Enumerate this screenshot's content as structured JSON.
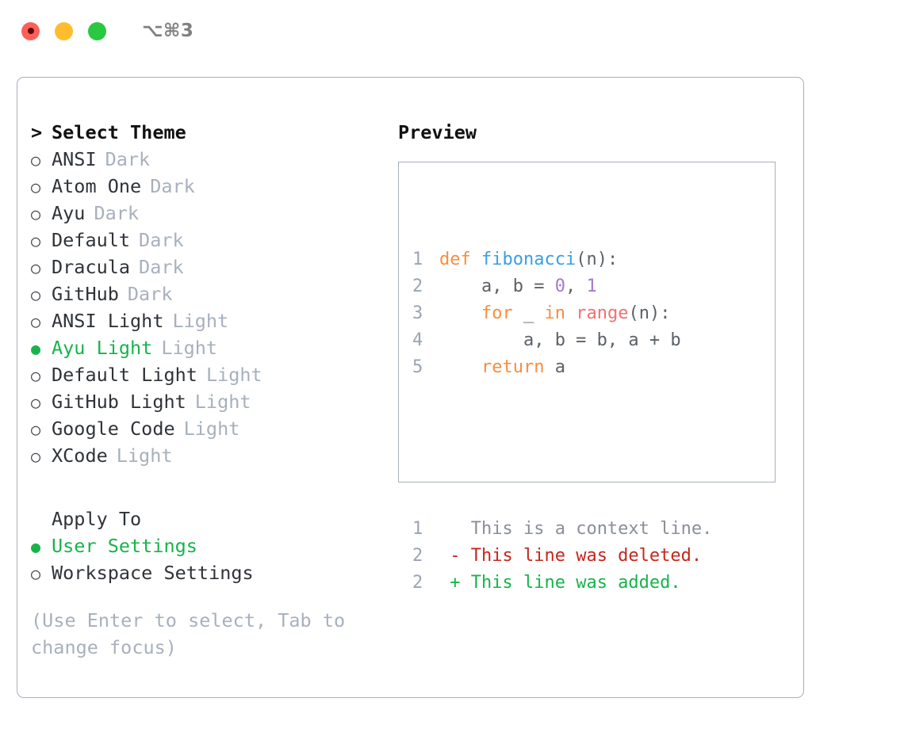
{
  "titlebar": {
    "shortcut": "⌥⌘3",
    "dots": [
      {
        "name": "close",
        "color": "#ff5f57"
      },
      {
        "name": "minimize",
        "color": "#ffbd2e"
      },
      {
        "name": "maximize",
        "color": "#28c840"
      }
    ]
  },
  "theme_section": {
    "caret": ">",
    "heading": "Select Theme",
    "items": [
      {
        "marker": "○",
        "label": "ANSI",
        "tag": "Dark",
        "selected": false
      },
      {
        "marker": "○",
        "label": "Atom One",
        "tag": "Dark",
        "selected": false
      },
      {
        "marker": "○",
        "label": "Ayu",
        "tag": "Dark",
        "selected": false
      },
      {
        "marker": "○",
        "label": "Default",
        "tag": "Dark",
        "selected": false
      },
      {
        "marker": "○",
        "label": "Dracula",
        "tag": "Dark",
        "selected": false
      },
      {
        "marker": "○",
        "label": "GitHub",
        "tag": "Dark",
        "selected": false
      },
      {
        "marker": "○",
        "label": "ANSI Light",
        "tag": "Light",
        "selected": false
      },
      {
        "marker": "●",
        "label": "Ayu Light",
        "tag": "Light",
        "selected": true
      },
      {
        "marker": "○",
        "label": "Default Light",
        "tag": "Light",
        "selected": false
      },
      {
        "marker": "○",
        "label": "GitHub Light",
        "tag": "Light",
        "selected": false
      },
      {
        "marker": "○",
        "label": "Google Code",
        "tag": "Light",
        "selected": false
      },
      {
        "marker": "○",
        "label": "XCode",
        "tag": "Light",
        "selected": false
      }
    ]
  },
  "apply_section": {
    "heading": "Apply To",
    "items": [
      {
        "marker": "●",
        "label": "User Settings",
        "selected": true
      },
      {
        "marker": "○",
        "label": "Workspace Settings",
        "selected": false
      }
    ]
  },
  "hint": "(Use Enter to select, Tab to change focus)",
  "preview": {
    "title": "Preview",
    "code_lines": [
      {
        "num": "1",
        "tokens": [
          {
            "text": "def ",
            "cls": "kw"
          },
          {
            "text": "fibonacci",
            "cls": "fn"
          },
          {
            "text": "(n):",
            "cls": "punc"
          }
        ]
      },
      {
        "num": "2",
        "tokens": [
          {
            "text": "    a, b = ",
            "cls": "plain"
          },
          {
            "text": "0",
            "cls": "num"
          },
          {
            "text": ", ",
            "cls": "plain"
          },
          {
            "text": "1",
            "cls": "num"
          }
        ]
      },
      {
        "num": "3",
        "tokens": [
          {
            "text": "    ",
            "cls": "plain"
          },
          {
            "text": "for",
            "cls": "kw"
          },
          {
            "text": " _ ",
            "cls": "plain"
          },
          {
            "text": "in",
            "cls": "kw"
          },
          {
            "text": " ",
            "cls": "plain"
          },
          {
            "text": "range",
            "cls": "bi"
          },
          {
            "text": "(n):",
            "cls": "punc"
          }
        ]
      },
      {
        "num": "4",
        "tokens": [
          {
            "text": "        a, b = b, a + b",
            "cls": "plain"
          }
        ]
      },
      {
        "num": "5",
        "tokens": [
          {
            "text": "    ",
            "cls": "plain"
          },
          {
            "text": "return",
            "cls": "kw"
          },
          {
            "text": " a",
            "cls": "plain"
          }
        ]
      }
    ],
    "diff_lines": [
      {
        "num": "1",
        "sign": " ",
        "text": "This is a context line.",
        "cls": "d-ctx"
      },
      {
        "num": "2",
        "sign": "-",
        "text": "This line was deleted.",
        "cls": "d-del"
      },
      {
        "num": "2",
        "sign": "+",
        "text": "This line was added.",
        "cls": "d-add"
      }
    ]
  },
  "colors": {
    "accent_green": "#16b44a",
    "muted": "#a7b0bd",
    "border": "#a7b0bd",
    "keyword": "#fa8d3e",
    "function": "#399ee6",
    "builtin": "#f07171",
    "number": "#a37acc",
    "text": "#5c6166",
    "diff_delete": "#c4271c",
    "diff_add": "#16b44a",
    "diff_context": "#8a8f98"
  }
}
